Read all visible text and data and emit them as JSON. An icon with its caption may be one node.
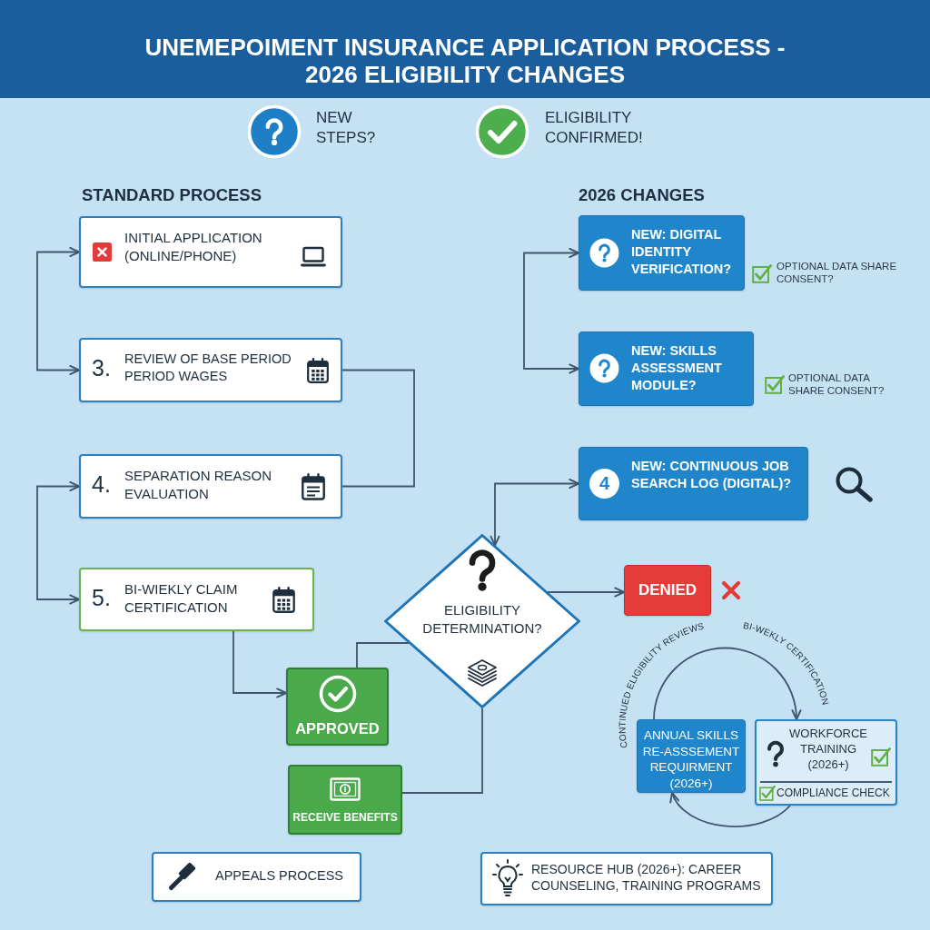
{
  "diagram": {
    "title": "UNEMEPOIMENT INSURANCE APPLICATION PROCESS - 2026 ELIGIBILITY CHANGES",
    "nodes": [
      {
        "text": [
          "INITIAL APPLICATION (ONLINE/PHONE)"
        ]
      },
      {
        "text": [
          "3.",
          "REVIEW OF BASE PERIOD PERIOD WAGES"
        ]
      },
      {
        "text": [
          "4.",
          "SEPARATION REASON EVALUATION"
        ]
      },
      {
        "text": [
          "5.",
          "BI-WIEKLY CLAIM CERTIFICATION"
        ]
      },
      {
        "text": [
          "NEW: DIGITAL IDENTITY VERIFICATION?"
        ],
        "beside": [
          "OPTIONAL DATA SHARE CONSENT?"
        ]
      },
      {
        "text": [
          "NEW: SKILLS ASSESSMENT MODULE?"
        ],
        "beside": [
          "OPTIONAL DATA SHARE CONSENT?"
        ]
      },
      {
        "text": [
          "4",
          "NEW: CONTINUOUS JOB SEARCH LOG (DIGITAL)?"
        ]
      },
      {
        "text": [
          "ELIGIBILITY DETERMINATION?"
        ]
      },
      {
        "text": [
          "DENIED"
        ]
      },
      {
        "text": [
          "APPROVED"
        ]
      },
      {
        "text": [
          "RECEIVE BENEFITS"
        ]
      },
      {
        "text": [
          "APPEALS PROCESS"
        ]
      },
      {
        "text": [
          "RESOURCE HUB (2026+): CAREER COUNSELING, TRAINING PROGRAMS"
        ]
      },
      {
        "text": [
          "ANNUAL SKILLS RE-ASSSEMENT REQUIRMENT (2026+)"
        ]
      },
      {
        "text": [
          "WORKFORCE TRAINING (2026+)",
          "COMPLIANCE CHECK"
        ]
      }
    ],
    "edges": [
      {
        "from": 0,
        "to": 1,
        "arrow": "both"
      },
      {
        "from": 1,
        "to": 2,
        "arrow": "none"
      },
      {
        "from": 2,
        "to": 3,
        "arrow": "both"
      },
      {
        "from": 4,
        "to": 5,
        "arrow": "both"
      },
      {
        "from": 7,
        "to": 6,
        "arrow": "both"
      },
      {
        "from": 3,
        "to": 9,
        "arrow": "to"
      },
      {
        "from": 7,
        "to": 9,
        "arrow": "none"
      },
      {
        "from": 7,
        "to": 8,
        "arrow": "to"
      },
      {
        "from": 7,
        "to": 10,
        "arrow": "none"
      },
      {
        "from": 13,
        "to": 14,
        "arrow": "to"
      },
      {
        "from": 14,
        "to": 13,
        "arrow": "to"
      }
    ],
    "labels": [
      "STANDARD PROCESS",
      "2026 CHANGES",
      "CONTINUED ELIGIBILITY REVIEWS",
      "BI-WEKLY CERTIFICATION"
    ],
    "legend": [
      {
        "text": "NEW STEPS?",
        "color": "#1f7fc6"
      },
      {
        "text": "ELIGIBILITY CONFIRMED!",
        "color": "#4cae4c"
      }
    ]
  }
}
